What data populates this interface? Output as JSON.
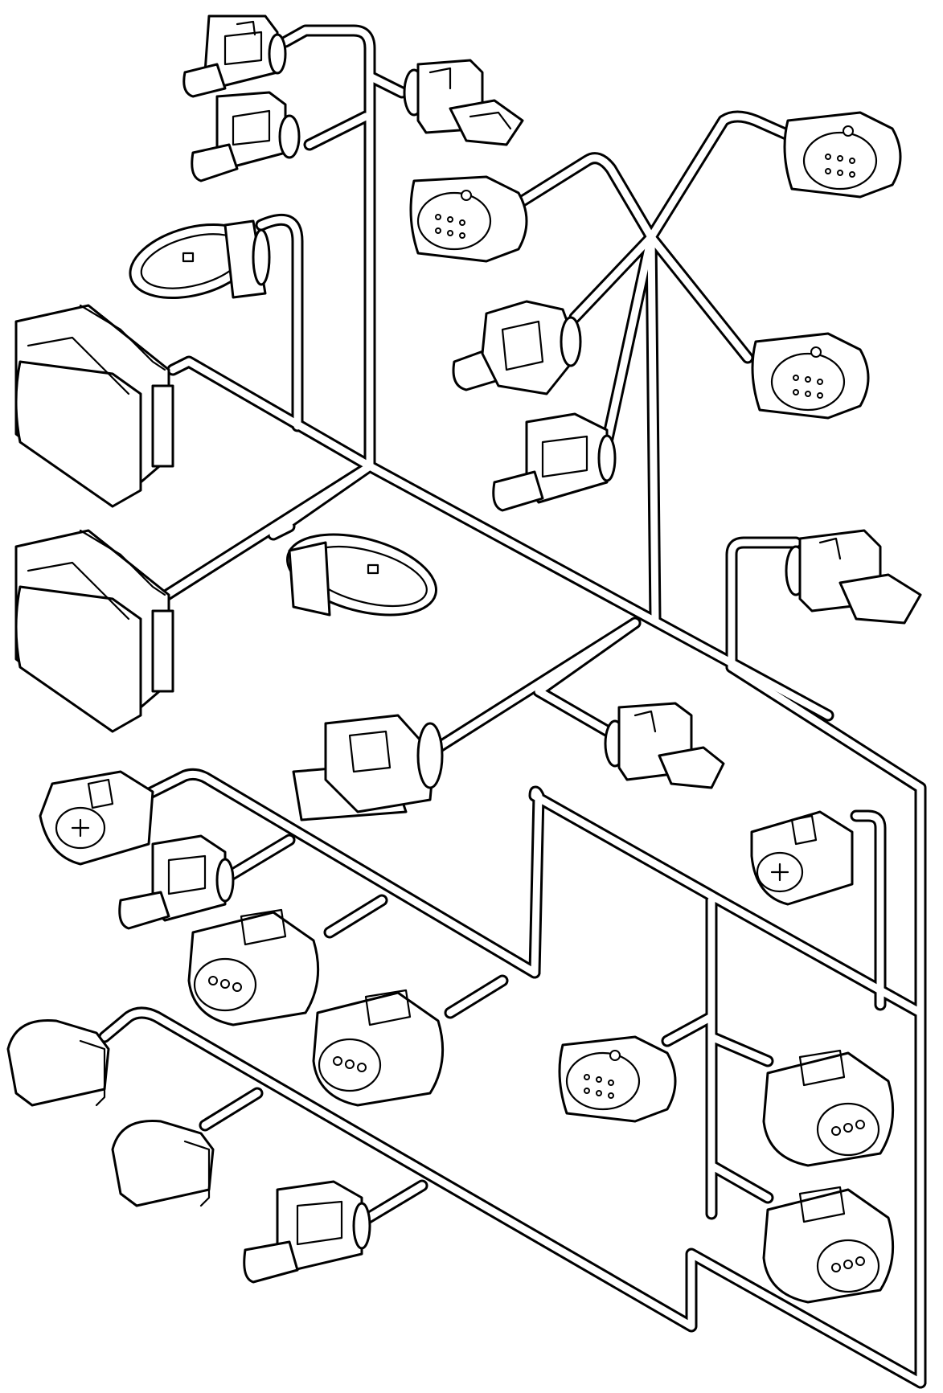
{
  "diagram": {
    "type": "wiring harness exploded illustration",
    "colors": {
      "line": "#000000",
      "background": "#ffffff"
    },
    "connectors": [
      {
        "id": "c01",
        "kind": "sensor-plug"
      },
      {
        "id": "c02",
        "kind": "sensor-plug"
      },
      {
        "id": "c03",
        "kind": "sensor-plug"
      },
      {
        "id": "c04",
        "kind": "oval-plug"
      },
      {
        "id": "c05",
        "kind": "large-block"
      },
      {
        "id": "c06",
        "kind": "large-block"
      },
      {
        "id": "c07",
        "kind": "multi-pin"
      },
      {
        "id": "c08",
        "kind": "multi-pin"
      },
      {
        "id": "c09",
        "kind": "multi-pin"
      },
      {
        "id": "c10",
        "kind": "sensor-plug"
      },
      {
        "id": "c11",
        "kind": "sensor-plug"
      },
      {
        "id": "c12",
        "kind": "oval-plug"
      },
      {
        "id": "c13",
        "kind": "sensor-plug"
      },
      {
        "id": "c14",
        "kind": "flat-plug"
      },
      {
        "id": "c15",
        "kind": "sensor-plug"
      },
      {
        "id": "c16",
        "kind": "two-pin"
      },
      {
        "id": "c17",
        "kind": "sensor-plug"
      },
      {
        "id": "c18",
        "kind": "two-pin"
      },
      {
        "id": "c19",
        "kind": "four-pin"
      },
      {
        "id": "c20",
        "kind": "four-pin"
      },
      {
        "id": "c21",
        "kind": "boot-cap"
      },
      {
        "id": "c22",
        "kind": "boot-cap"
      },
      {
        "id": "c23",
        "kind": "sensor-plug"
      },
      {
        "id": "c24",
        "kind": "multi-pin"
      },
      {
        "id": "c25",
        "kind": "four-pin"
      },
      {
        "id": "c26",
        "kind": "four-pin"
      }
    ]
  }
}
